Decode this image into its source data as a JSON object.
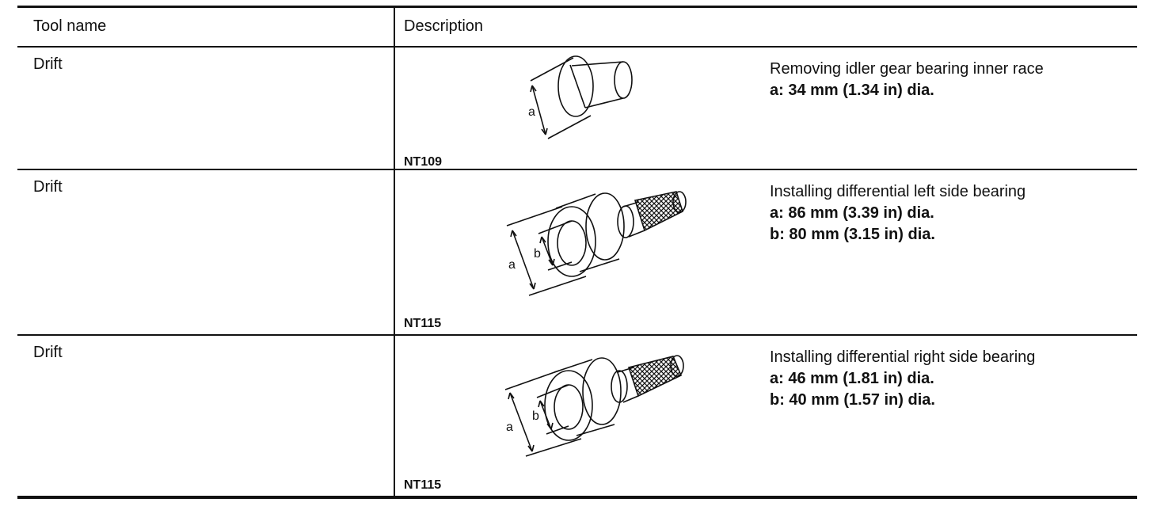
{
  "header": {
    "tool_name": "Tool name",
    "description": "Description"
  },
  "rows": [
    {
      "tool_name": "Drift",
      "code": "NT109",
      "label_a": "a",
      "description": "Removing idler gear bearing inner race",
      "dims": [
        "a: 34 mm (1.34 in) dia."
      ]
    },
    {
      "tool_name": "Drift",
      "code": "NT115",
      "label_a": "a",
      "label_b": "b",
      "description": "Installing differential left side bearing",
      "dims": [
        "a: 86 mm (3.39 in) dia.",
        "b: 80 mm (3.15 in) dia."
      ]
    },
    {
      "tool_name": "Drift",
      "code": "NT115",
      "label_a": "a",
      "label_b": "b",
      "description": "Installing differential right side bearing",
      "dims": [
        "a: 46 mm (1.81 in) dia.",
        "b: 40 mm (1.57 in) dia."
      ]
    }
  ]
}
